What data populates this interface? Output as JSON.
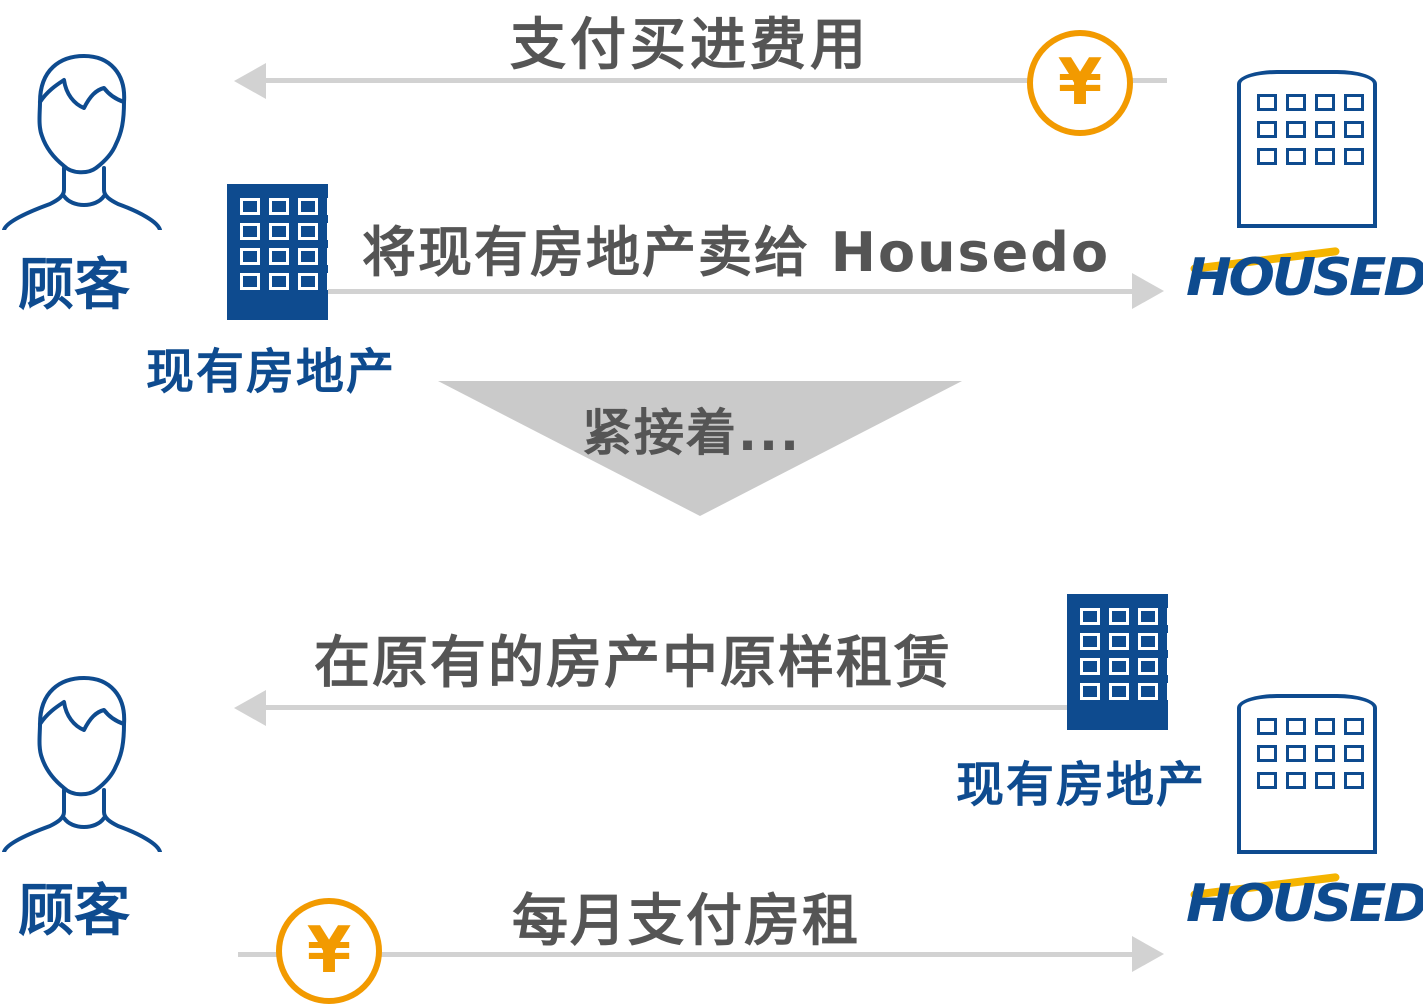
{
  "section1": {
    "pay_label": "支付买进费用",
    "sell_label": "将现有房地产卖给 Housedo",
    "customer_label": "顾客",
    "property_label": "现有房地产"
  },
  "transition": {
    "label": "紧接着..."
  },
  "section2": {
    "rent_label": "在原有的房产中原样租赁",
    "monthly_label": "每月支付房租",
    "customer_label": "顾客",
    "property_label": "现有房地产"
  },
  "yen_symbol": "¥",
  "logo_text": "HOUSEDO",
  "icons": [
    "person-icon",
    "building-icon",
    "yen-coin-icon",
    "housedo-logo"
  ],
  "colors": {
    "brand_blue": "#0e4b8f",
    "arrow_gray": "#d2d2d2",
    "text_gray": "#555555",
    "yen_orange": "#f29a00",
    "logo_yellow": "#f5b400"
  }
}
